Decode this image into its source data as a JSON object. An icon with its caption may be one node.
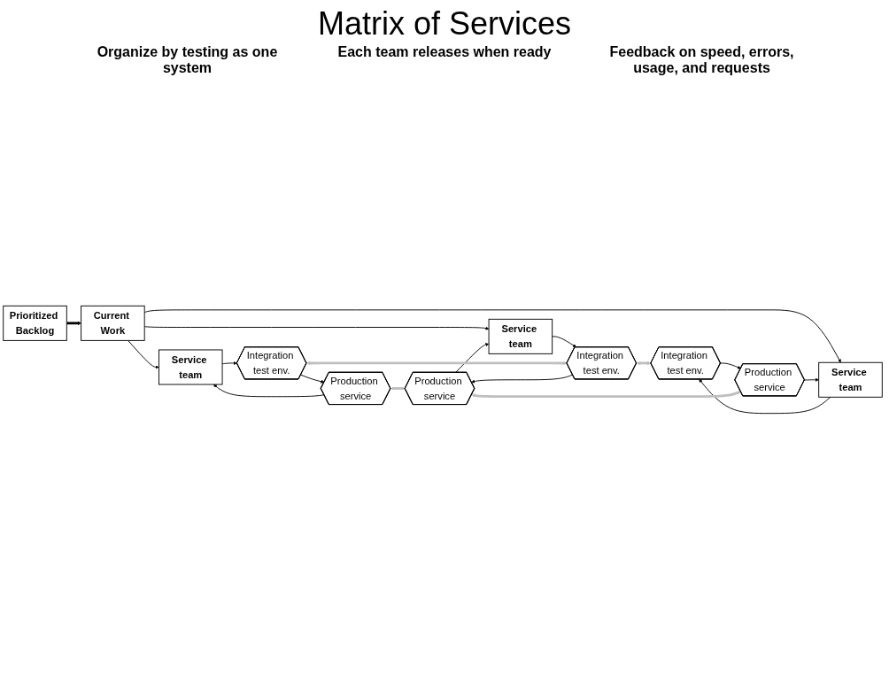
{
  "diagram": {
    "title": "Matrix of Services",
    "nodes": [
      {
        "text": [
          "Current Work"
        ]
      },
      {
        "text": [
          "Prioritized Backlog"
        ]
      },
      {
        "text": [
          "Service team"
        ]
      },
      {
        "text": [
          "Integration test env."
        ]
      },
      {
        "text": [
          "Production service"
        ]
      },
      {
        "text": [
          "Service team"
        ]
      },
      {
        "text": [
          "Integration test env."
        ]
      },
      {
        "text": [
          "Production service"
        ]
      },
      {
        "text": [
          "Service team"
        ]
      },
      {
        "text": [
          "Integration test env."
        ]
      },
      {
        "text": [
          "Production service"
        ]
      }
    ],
    "edges": [
      {
        "from": 1,
        "to": 0,
        "arrow": "to",
        "style": "thick"
      },
      {
        "from": 0,
        "to": 2,
        "arrow": "to"
      },
      {
        "from": 0,
        "to": 5,
        "arrow": "to"
      },
      {
        "from": 0,
        "to": 8,
        "arrow": "to"
      },
      {
        "from": 2,
        "to": 3,
        "arrow": "to"
      },
      {
        "from": 3,
        "to": 4,
        "arrow": "to"
      },
      {
        "from": 4,
        "to": 2,
        "arrow": "to"
      },
      {
        "from": 5,
        "to": 6,
        "arrow": "to"
      },
      {
        "from": 6,
        "to": 7,
        "arrow": "to"
      },
      {
        "from": 7,
        "to": 5,
        "arrow": "to"
      },
      {
        "from": 8,
        "to": 9,
        "arrow": "to"
      },
      {
        "from": 9,
        "to": 10,
        "arrow": "to"
      },
      {
        "from": 10,
        "to": 8,
        "arrow": "to"
      },
      {
        "from": 3,
        "to": 6,
        "arrow": "both",
        "style": "thick",
        "color": "#bfbfbf"
      },
      {
        "from": 6,
        "to": 9,
        "arrow": "both",
        "style": "thick",
        "color": "#bfbfbf"
      },
      {
        "from": 4,
        "to": 7,
        "arrow": "both",
        "style": "thick",
        "color": "#bfbfbf"
      },
      {
        "from": 7,
        "to": 10,
        "arrow": "both",
        "style": "thick",
        "color": "#bfbfbf"
      }
    ],
    "labels": [
      "Organize by testing as one system",
      "Each team releases when ready",
      "Feedback on speed, errors, usage, and requests"
    ]
  }
}
